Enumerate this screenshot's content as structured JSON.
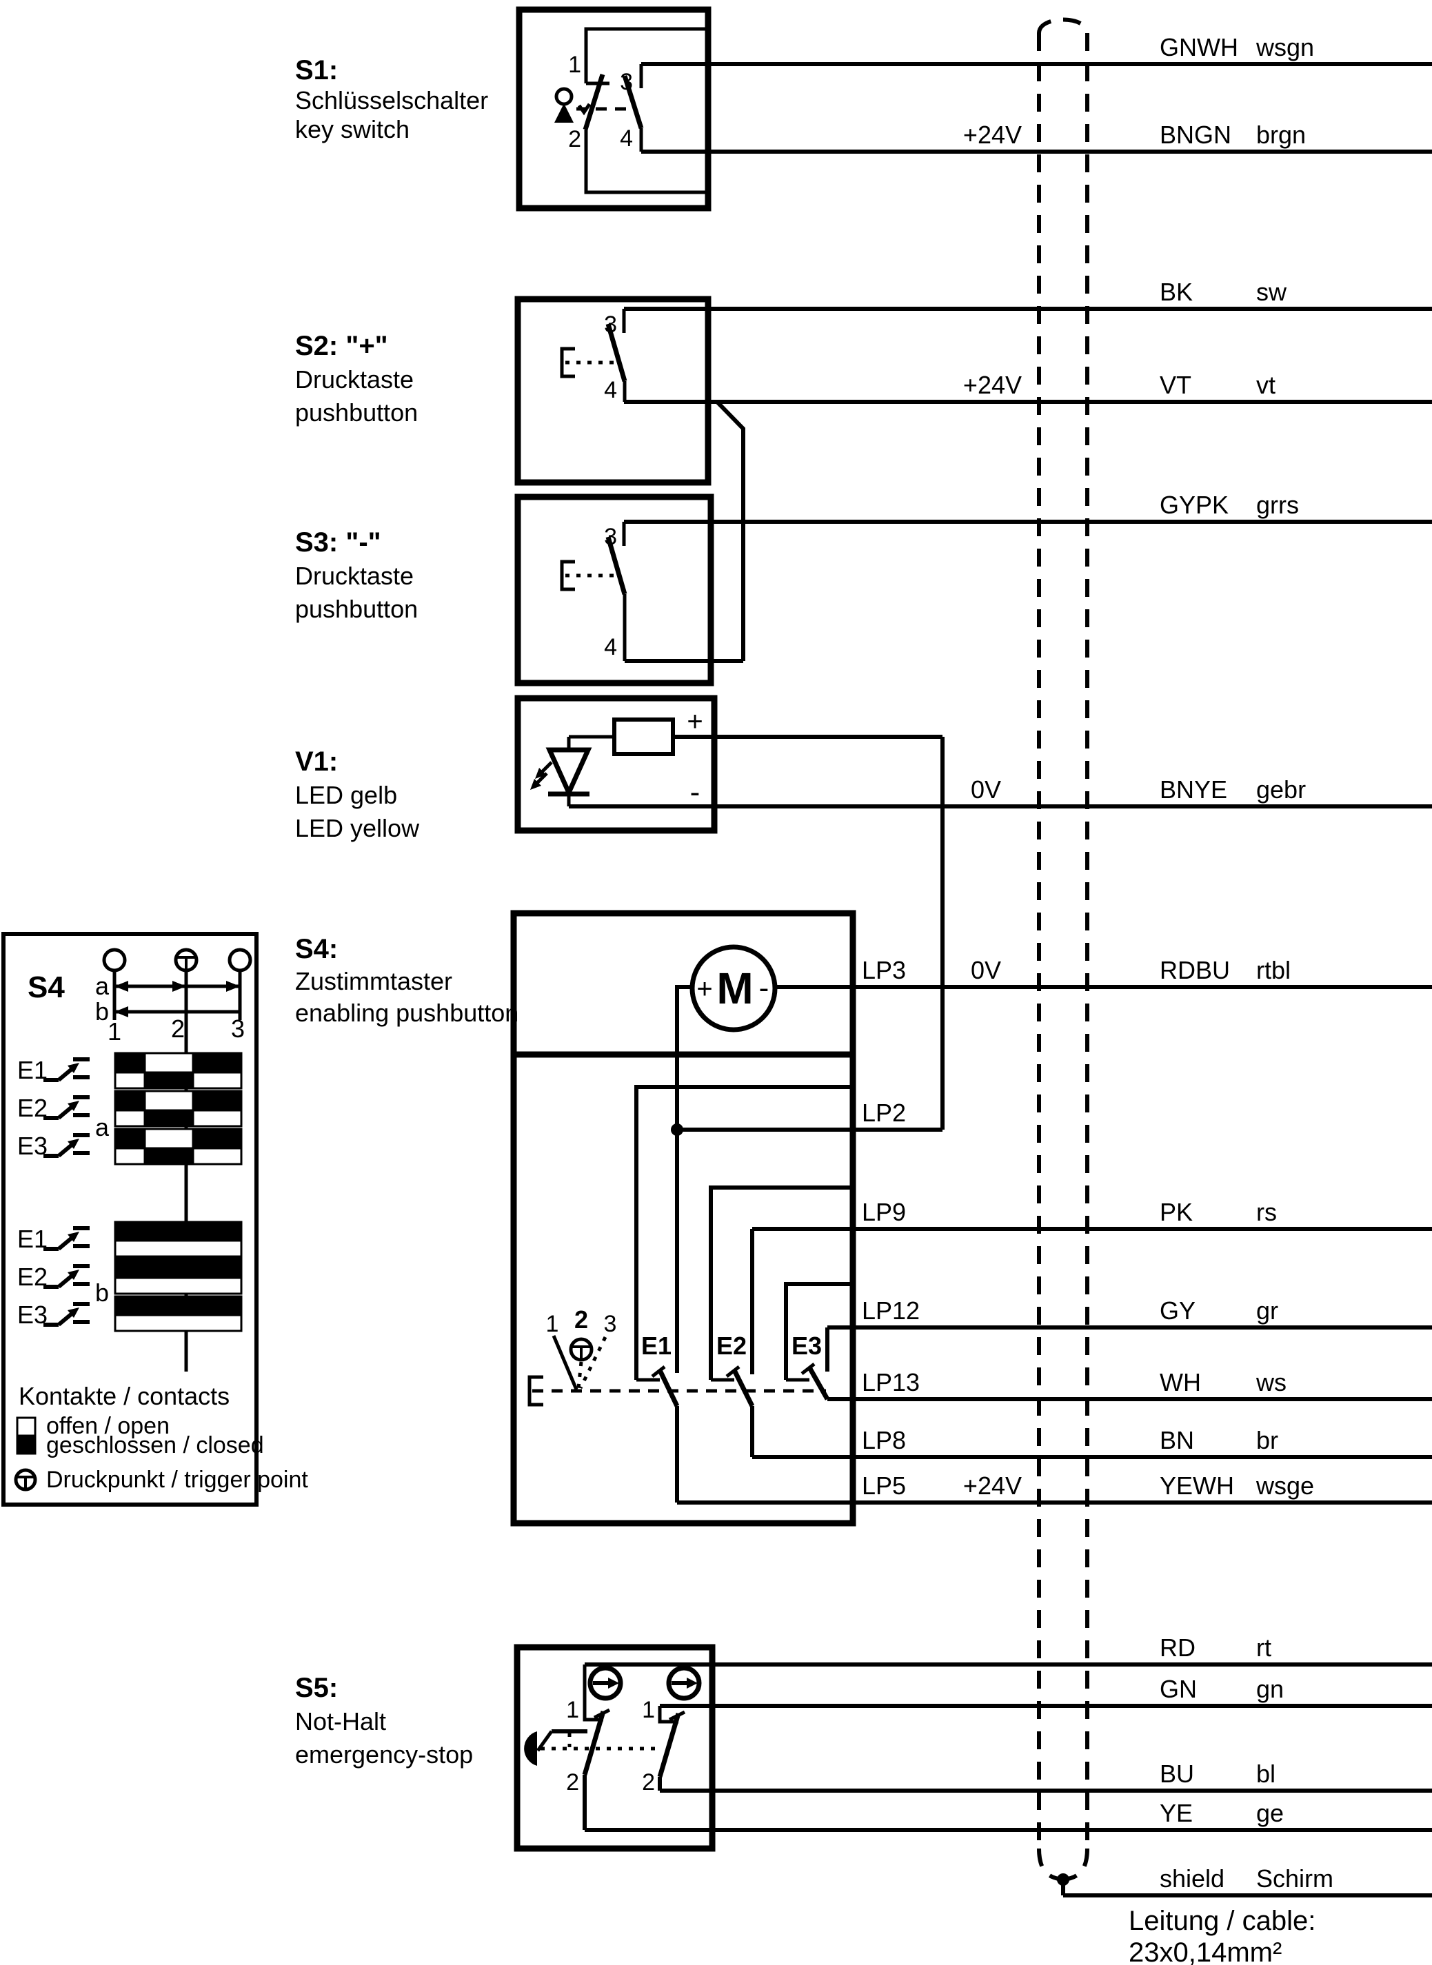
{
  "colors": {
    "ink": "#000000",
    "bg": "#ffffff"
  },
  "components": {
    "s1": {
      "title": "S1:",
      "line1": "Schlüsselschalter",
      "line2": "key switch",
      "pin1": "1",
      "pin2": "2",
      "pin3": "3",
      "pin4": "4"
    },
    "s2": {
      "title": "S2: \"+\"",
      "line1": "Drucktaste",
      "line2": "pushbutton",
      "pin3": "3",
      "pin4": "4"
    },
    "s3": {
      "title": "S3: \"-\"",
      "line1": "Drucktaste",
      "line2": "pushbutton",
      "pin3": "3",
      "pin4": "4"
    },
    "v1": {
      "title": "V1:",
      "line1": "LED gelb",
      "line2": "LED yellow",
      "plus": "+",
      "minus": "-"
    },
    "s4": {
      "title": "S4:",
      "line1": "Zustimmtaster",
      "line2": "enabling pushbutton",
      "motor": "M",
      "motor_plus": "+",
      "motor_minus": "-",
      "contacts": [
        "E1",
        "E2",
        "E3"
      ],
      "fan": [
        "1",
        "2",
        "3"
      ]
    },
    "s5": {
      "title": "S5:",
      "line1": "Not-Halt",
      "line2": "emergency-stop",
      "l_pin1": "1",
      "l_pin2": "2",
      "r_pin1": "1",
      "r_pin2": "2"
    }
  },
  "wires": [
    {
      "code": "GNWH",
      "de": "wsgn"
    },
    {
      "supply": "+24V",
      "code": "BNGN",
      "de": "brgn"
    },
    {
      "code": "BK",
      "de": "sw"
    },
    {
      "supply": "+24V",
      "code": "VT",
      "de": "vt"
    },
    {
      "code": "GYPK",
      "de": "grrs"
    },
    {
      "supply": "0V",
      "code": "BNYE",
      "de": "gebr"
    },
    {
      "lp": "LP3",
      "supply": "0V",
      "code": "RDBU",
      "de": "rtbl"
    },
    {
      "lp": "LP2"
    },
    {
      "lp": "LP9",
      "code": "PK",
      "de": "rs"
    },
    {
      "lp": "LP12",
      "code": "GY",
      "de": "gr"
    },
    {
      "lp": "LP13",
      "code": "WH",
      "de": "ws"
    },
    {
      "lp": "LP8",
      "code": "BN",
      "de": "br"
    },
    {
      "lp": "LP5",
      "supply": "+24V",
      "code": "YEWH",
      "de": "wsge"
    },
    {
      "code": "RD",
      "de": "rt"
    },
    {
      "code": "GN",
      "de": "gn"
    },
    {
      "code": "BU",
      "de": "bl"
    },
    {
      "code": "YE",
      "de": "ge"
    },
    {
      "code": "shield",
      "de": "Schirm"
    }
  ],
  "cable": {
    "line1": "Leitung / cable:",
    "line2": "23x0,14mm²"
  },
  "panel": {
    "title": "S4",
    "row_a": "a",
    "row_b": "b",
    "pos": [
      "1",
      "2",
      "3"
    ],
    "contacts": [
      "E1",
      "E2",
      "E3"
    ],
    "legend_title": "Kontakte / contacts",
    "legend_open": "offen / open",
    "legend_closed": "geschlossen / closed",
    "legend_trigger": "Druckpunkt / trigger point"
  }
}
